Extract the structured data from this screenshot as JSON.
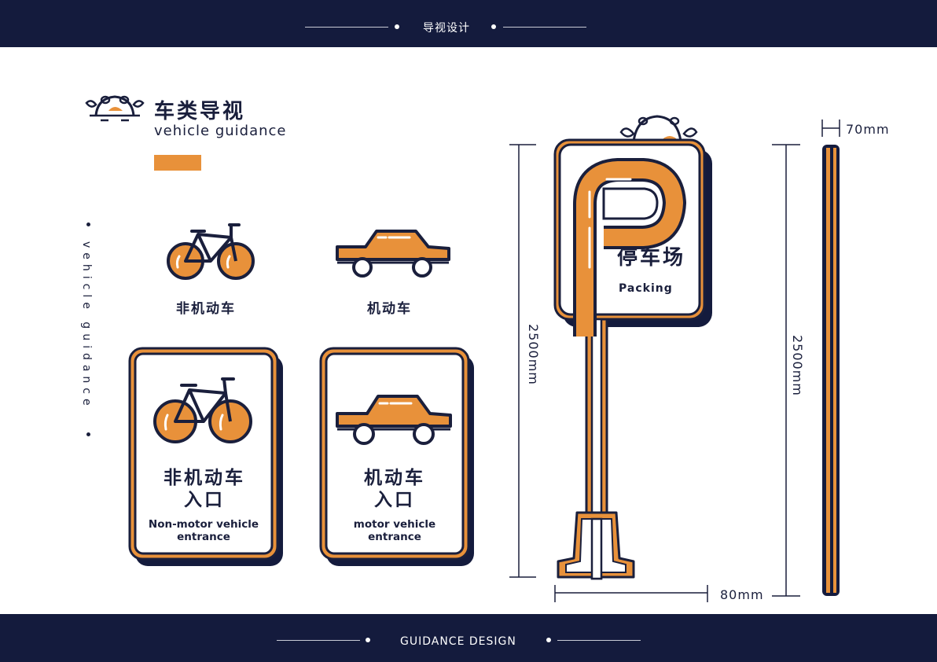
{
  "header": {
    "title": "导视设计"
  },
  "footer": {
    "title": "GUIDANCE DESIGN"
  },
  "section": {
    "title_cn": "车类导视",
    "title_en": "vehicle guidance",
    "vertical_label": "vehicle guidance"
  },
  "icons": {
    "bicycle_label": "非机动车",
    "car_label": "机动车"
  },
  "signs": {
    "nonmotor": {
      "line1": "非机动车",
      "line2": "入口",
      "en1": "Non-motor vehicle",
      "en2": "entrance"
    },
    "motor": {
      "line1": "机动车",
      "line2": "入口",
      "en1": "motor vehicle",
      "en2": "entrance"
    }
  },
  "parking_sign": {
    "letter": "P",
    "title_cn": "停车场",
    "title_en": "Packing"
  },
  "dimensions": {
    "height_left": "2500mm",
    "height_right": "2500mm",
    "width": "80mm",
    "thickness": "70mm"
  },
  "colors": {
    "navy": "#141b3d",
    "orange": "#e8913a",
    "white": "#ffffff"
  }
}
